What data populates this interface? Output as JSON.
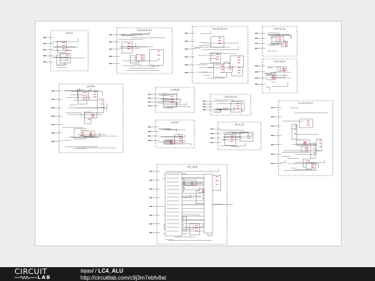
{
  "schematic": {
    "blocks": [
      {
        "id": "b1",
        "label": "Mux4to1"
      },
      {
        "id": "b2",
        "label": "ADD/SUB BLOCK"
      },
      {
        "id": "b3",
        "label": "MULT/DIV BLOCK"
      },
      {
        "id": "b4",
        "label": "SHIFT BLOCK"
      },
      {
        "id": "b5",
        "label": "LOGIC BLOCK"
      },
      {
        "id": "b6",
        "label": "CONTROL"
      },
      {
        "id": "b7",
        "label": "COMPARE"
      },
      {
        "id": "b8",
        "label": "CONST BLOCK"
      },
      {
        "id": "b9",
        "label": "HICONST"
      },
      {
        "id": "b10",
        "label": "SEL BLOCK"
      },
      {
        "id": "b11",
        "label": "ALU MUX BLOCK"
      },
      {
        "id": "b12",
        "label": "LC4_ALU"
      }
    ]
  },
  "footer": {
    "logo_top": "CIRCUIT",
    "logo_bottom": "LAB",
    "author": "tejasl",
    "separator": " / ",
    "title": "LC4_ALU",
    "url": "http://circuitlab.com/c9j3m7ebfv8at"
  }
}
